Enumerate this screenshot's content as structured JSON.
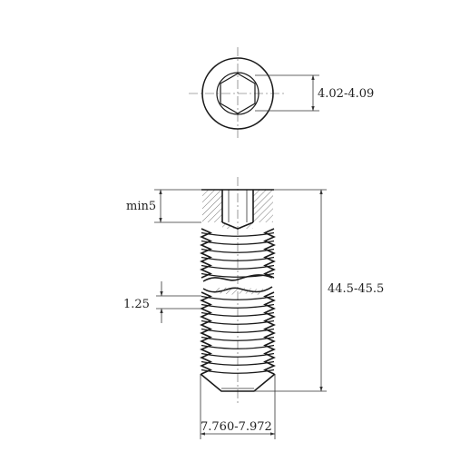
{
  "dimensions": {
    "hex_socket": "4.02-4.09",
    "socket_depth": "min5",
    "thread_pitch": "1.25",
    "total_length": "44.5-45.5",
    "thread_diameter": "7.760-7.972"
  },
  "colors": {
    "line": "#1a1a1a",
    "hatch": "#555555",
    "background": "#ffffff"
  }
}
